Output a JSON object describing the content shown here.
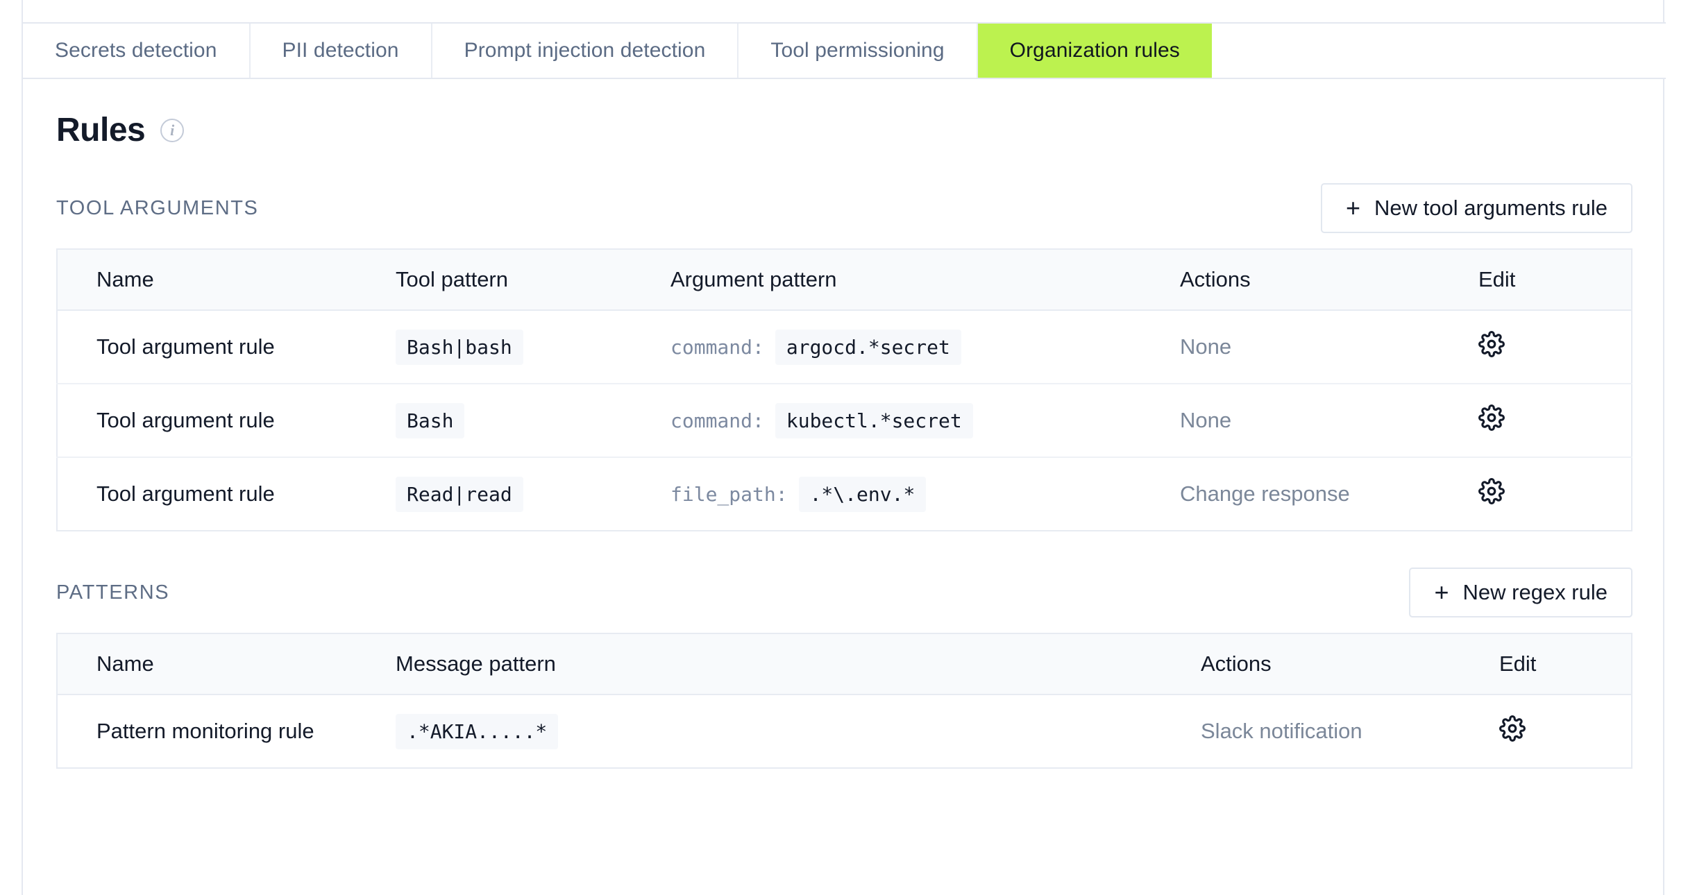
{
  "tabs": [
    {
      "label": "Secrets detection",
      "active": false
    },
    {
      "label": "PII detection",
      "active": false
    },
    {
      "label": "Prompt injection detection",
      "active": false
    },
    {
      "label": "Tool permissioning",
      "active": false
    },
    {
      "label": "Organization rules",
      "active": true
    }
  ],
  "page": {
    "title": "Rules",
    "info_icon": "info-circle-icon",
    "accent_color": "#bcf24f",
    "heading_color": "#131a29",
    "muted_color": "#7b8799"
  },
  "sections": [
    {
      "label": "TOOL ARGUMENTS",
      "new_button": {
        "label": "New tool arguments rule",
        "icon": "plus-icon"
      },
      "columns": [
        "Name",
        "Tool pattern",
        "Argument pattern",
        "Actions",
        "Edit"
      ],
      "rows": [
        {
          "name": "Tool argument rule",
          "tool_pattern": "Bash|bash",
          "arg_key": "command:",
          "arg_pattern": "argocd.*secret",
          "action": "None",
          "edit_icon": "gear-icon"
        },
        {
          "name": "Tool argument rule",
          "tool_pattern": "Bash",
          "arg_key": "command:",
          "arg_pattern": "kubectl.*secret",
          "action": "None",
          "edit_icon": "gear-icon"
        },
        {
          "name": "Tool argument rule",
          "tool_pattern": "Read|read",
          "arg_key": "file_path:",
          "arg_pattern": ".*\\.env.*",
          "action": "Change response",
          "edit_icon": "gear-icon"
        }
      ]
    },
    {
      "label": "PATTERNS",
      "new_button": {
        "label": "New regex rule",
        "icon": "plus-icon"
      },
      "columns": [
        "Name",
        "Message pattern",
        "Actions",
        "Edit"
      ],
      "rows": [
        {
          "name": "Pattern monitoring rule",
          "message_pattern": ".*AKIA.....*",
          "action": "Slack notification",
          "edit_icon": "gear-icon"
        }
      ]
    }
  ]
}
